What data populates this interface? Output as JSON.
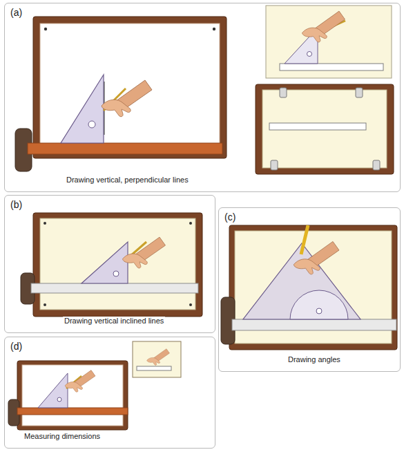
{
  "diagram": {
    "nodes": [
      {
        "text": [
          "(a)",
          "Drawing vertical, perpendicular lines"
        ]
      },
      {
        "text": [
          "(b)",
          "Drawing vertical inclined lines"
        ]
      },
      {
        "text": [
          "(c)",
          "Drawing angles"
        ]
      },
      {
        "text": [
          "(d)",
          "Measuring dimensions"
        ]
      }
    ]
  }
}
